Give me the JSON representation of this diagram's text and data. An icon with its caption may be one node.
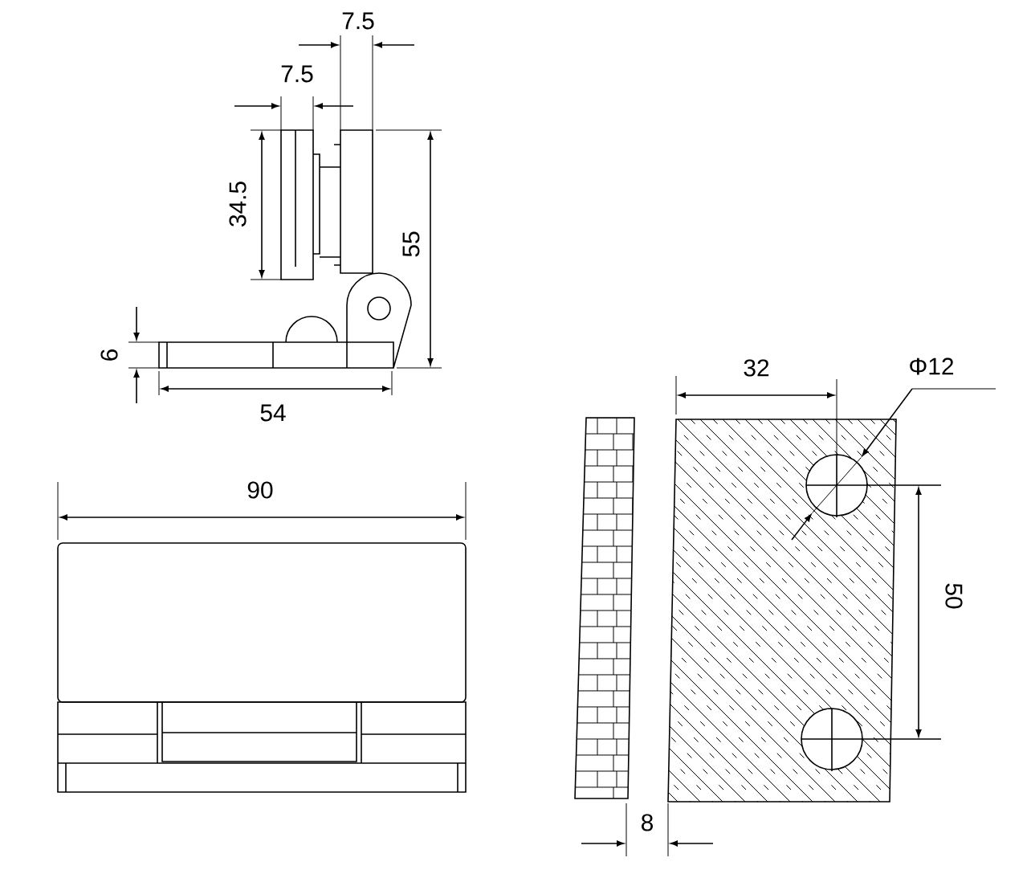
{
  "diagram": {
    "labels": [
      "7.5",
      "7.5",
      "34.5",
      "55",
      "6",
      "54",
      "32",
      "Φ12",
      "90",
      "50",
      "8"
    ]
  }
}
